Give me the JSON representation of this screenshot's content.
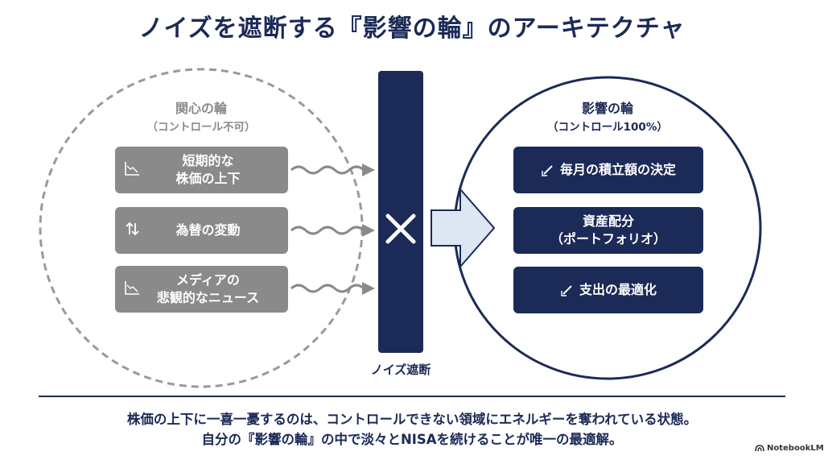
{
  "title": "ノイズを遮断する『影響の輪』のアーキテクチャ",
  "concern": {
    "title": "関心の輪",
    "subtitle": "（コントロール不可）",
    "items": [
      {
        "label": "短期的な\n株価の上下",
        "icon": "trend-down-chart-icon"
      },
      {
        "label": "為替の変動",
        "icon": "up-down-arrows-icon"
      },
      {
        "label": "メディアの\n悲観的なニュース",
        "icon": "trend-down-chart-icon"
      }
    ]
  },
  "influence": {
    "title": "影響の輪",
    "subtitle": "（コントロール100%）",
    "items": [
      {
        "label": "毎月の積立額の決定",
        "icon": "pencil-icon"
      },
      {
        "label": "資産配分\n（ポートフォリオ）",
        "icon": ""
      },
      {
        "label": "支出の最適化",
        "icon": "pencil-icon"
      }
    ]
  },
  "barrier": {
    "symbol": "✕",
    "label": "ノイズ遮断"
  },
  "footer": {
    "line1": "株価の上下に一喜一憂するのは、コントロールできない領域にエネルギーを奪われている状態。",
    "line2": "自分の『影響の輪』の中で淡々とNISAを続けることが唯一の最適解。"
  },
  "brand": "NotebookLM",
  "colors": {
    "navy": "#1b2a57",
    "gray": "#8a8a8a",
    "light_arrow": "#dde6f3"
  }
}
